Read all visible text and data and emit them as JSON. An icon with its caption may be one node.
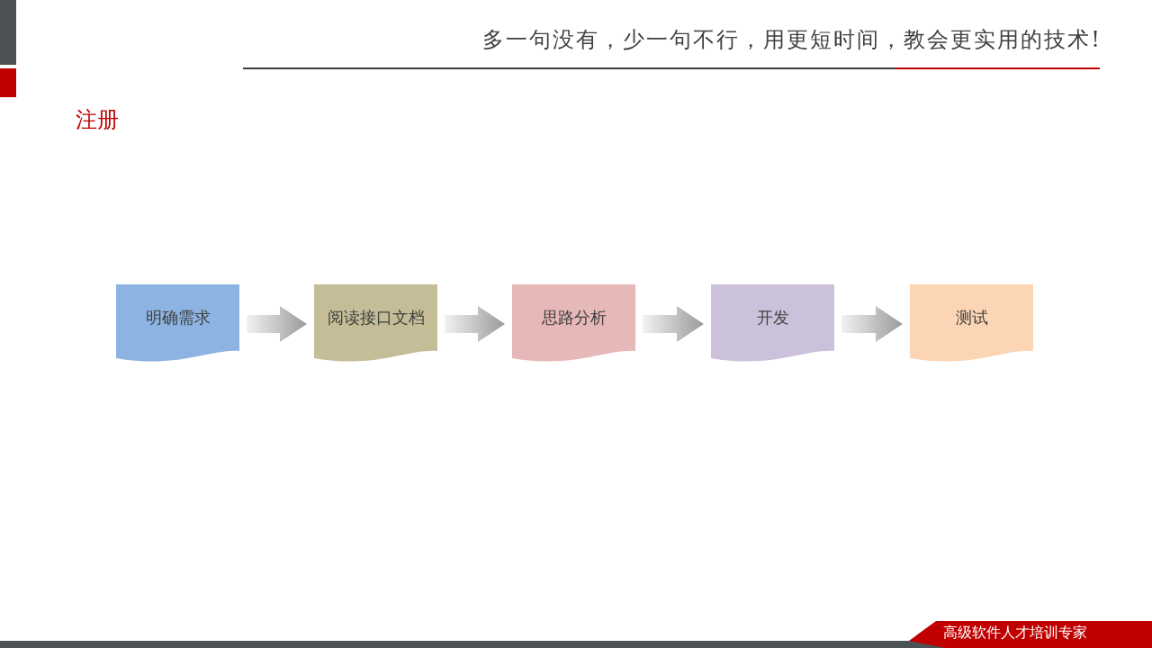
{
  "diagram": {
    "title": "注册",
    "nodes": [
      {
        "text": [
          "明确需求"
        ]
      },
      {
        "text": [
          "阅读接口文档"
        ]
      },
      {
        "text": [
          "思路分析"
        ]
      },
      {
        "text": [
          "开发"
        ]
      },
      {
        "text": [
          "测试"
        ]
      }
    ],
    "edges": [
      {
        "from": 0,
        "to": 1,
        "arrow": "to"
      },
      {
        "from": 1,
        "to": 2,
        "arrow": "to"
      },
      {
        "from": 2,
        "to": 3,
        "arrow": "to"
      },
      {
        "from": 3,
        "to": 4,
        "arrow": "to"
      }
    ],
    "labels": [
      "多一句没有，少一句不行，用更短时间，教会更实用的技术!",
      "高级软件人才培训专家"
    ]
  }
}
